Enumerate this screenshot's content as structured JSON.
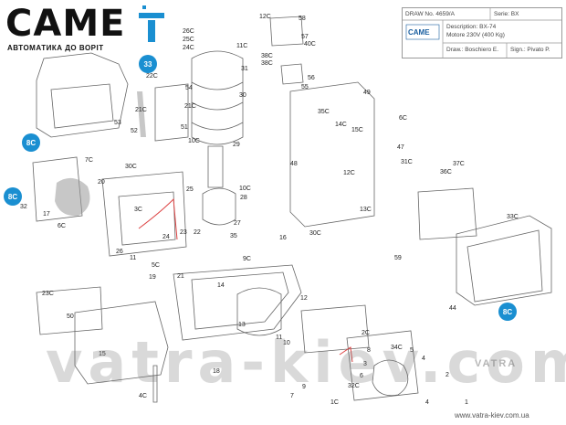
{
  "logo": {
    "brand": "CAME",
    "subtitle": "АВТОМАТИКА ДО ВОРІТ",
    "accent_color": "#1a8fd1"
  },
  "title_block": {
    "draw_no": "DRAW No. 4659/A",
    "serie": "Serie: BX",
    "description": "Description: BX-74",
    "motor": "Motore 230V (400 Kg)",
    "brand_small": "CAME",
    "drawn_by": "Draw.: Boschiero E.",
    "signed_by": "Sign.: Pivato P."
  },
  "callouts": [
    {
      "id": "callout-33",
      "text": "33"
    },
    {
      "id": "callout-8c-left",
      "text": "8C"
    },
    {
      "id": "callout-8c-lower",
      "text": "8C"
    },
    {
      "id": "callout-8c-right",
      "text": "8C"
    }
  ],
  "callout_color": "#1a8fd1",
  "part_labels": [
    "12C",
    "58",
    "57",
    "40C",
    "38C",
    "38C",
    "56",
    "55",
    "26C",
    "25C",
    "24C",
    "11C",
    "31",
    "22C",
    "54",
    "30",
    "21C",
    "21C",
    "53",
    "52",
    "51",
    "10C",
    "29",
    "49",
    "35C",
    "14C",
    "15C",
    "6C",
    "47",
    "31C",
    "37C",
    "36C",
    "48",
    "12C",
    "13C",
    "30C",
    "7C",
    "30C",
    "20",
    "32",
    "17",
    "6C",
    "25",
    "3C",
    "24",
    "23",
    "22",
    "10C",
    "28",
    "27",
    "35",
    "16",
    "26",
    "11",
    "5C",
    "19",
    "21",
    "9C",
    "59",
    "33C",
    "23C",
    "50",
    "14",
    "12",
    "13",
    "44",
    "11",
    "10",
    "2C",
    "8",
    "34C",
    "5",
    "4",
    "18",
    "15",
    "3",
    "32C",
    "2",
    "6",
    "1C",
    "4C",
    "9",
    "7",
    "1",
    "4"
  ],
  "watermark": {
    "text": "vatra-kiev.com",
    "brand": "VATRA",
    "url": "www.vatra-kiev.com.ua"
  }
}
